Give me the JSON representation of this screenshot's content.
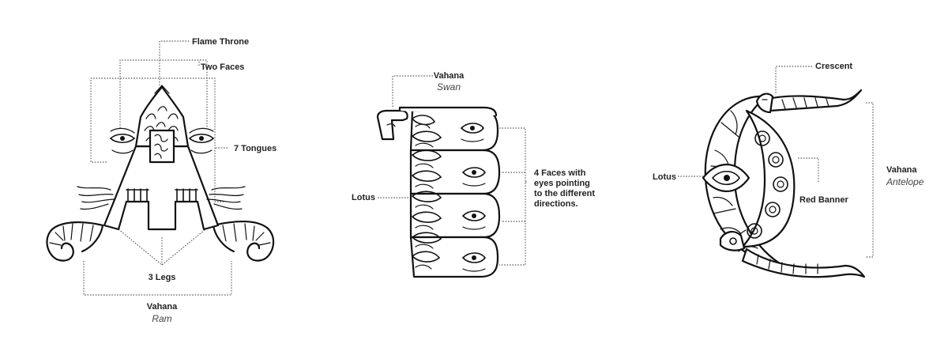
{
  "figures": [
    {
      "labels": {
        "flame_throne": "Flame Throne",
        "two_faces": "Two Faces",
        "seven_tongues": "7 Tongues",
        "three_legs": "3 Legs",
        "vahana": "Vahana",
        "vahana_animal": "Ram"
      }
    },
    {
      "labels": {
        "vahana": "Vahana",
        "vahana_animal": "Swan",
        "lotus": "Lotus",
        "faces_line1": "4 Faces with",
        "faces_line2": "eyes pointing",
        "faces_line3": "to the different",
        "faces_line4": "directions."
      }
    },
    {
      "labels": {
        "crescent": "Crescent",
        "lotus": "Lotus",
        "red_banner": "Red Banner",
        "vahana": "Vahana",
        "vahana_animal": "Antelope"
      }
    }
  ]
}
